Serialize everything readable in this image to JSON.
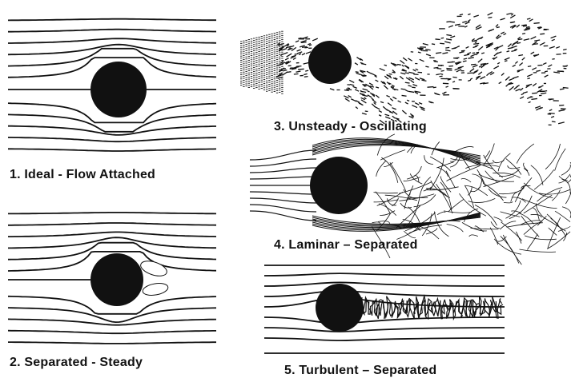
{
  "diagram": {
    "panels": [
      {
        "id": "ideal",
        "caption": "1.  Ideal  - Flow Attached"
      },
      {
        "id": "separated-steady",
        "caption": "2.  Separated - Steady"
      },
      {
        "id": "unsteady-oscillating",
        "caption": "3.  Unsteady - Oscillating"
      },
      {
        "id": "laminar-separated",
        "caption": "4.  Laminar – Separated"
      },
      {
        "id": "turbulent-separated",
        "caption": "5.  Turbulent – Separated"
      }
    ],
    "colors": {
      "ink": "#111111",
      "background": "#ffffff"
    }
  }
}
